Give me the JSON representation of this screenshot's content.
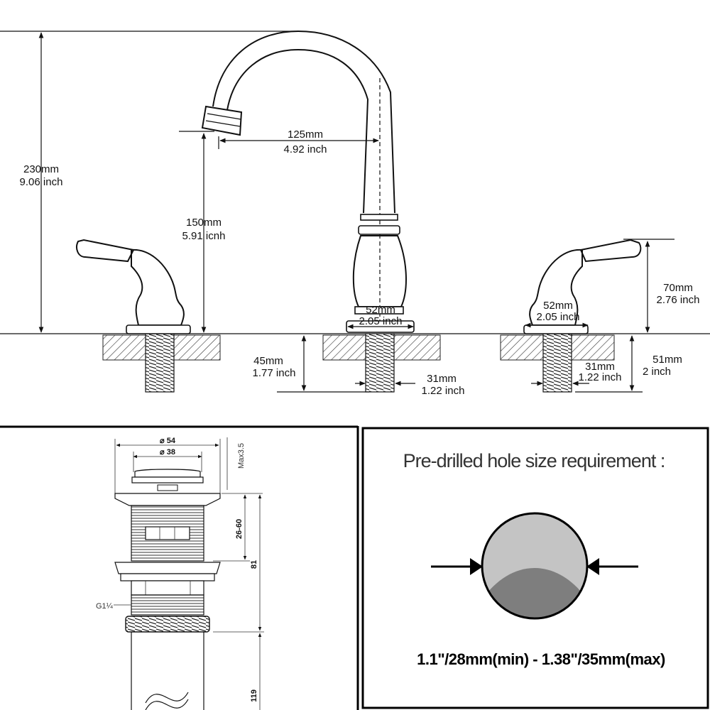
{
  "faucet": {
    "height_mm": "230mm",
    "height_in": "9.06 inch",
    "reach_mm": "125mm",
    "reach_in": "4.92 inch",
    "spout_height_mm": "150mm",
    "spout_height_in": "5.91 icnh",
    "base_center_mm": "52mm",
    "base_center_in": "2.05 inch",
    "base_right_mm": "52mm",
    "base_right_in": "2.05 inch",
    "handle_height_mm": "70mm",
    "handle_height_in": "2.76 inch",
    "shank_left_mm": "45mm",
    "shank_left_in": "1.77 inch",
    "shank_center_dia_mm": "31mm",
    "shank_center_dia_in": "1.22 inch",
    "shank_right_dia_mm": "31mm",
    "shank_right_dia_in": "1.22 inch",
    "shank_right_mm": "51mm",
    "shank_right_in": "2 inch"
  },
  "drain": {
    "outer_dia": "⌀ 54",
    "inner_dia": "⌀ 38",
    "max_label": "Max3.5",
    "range": "26-60",
    "length": "81",
    "thread": "G1¼",
    "tail": "119"
  },
  "hole": {
    "title": "Pre-drilled hole size requirement :",
    "requirement": "1.1\"/28mm(min) - 1.38\"/35mm(max)",
    "colors": {
      "top": "#c4c4c4",
      "bottom": "#7e7e7e"
    }
  }
}
